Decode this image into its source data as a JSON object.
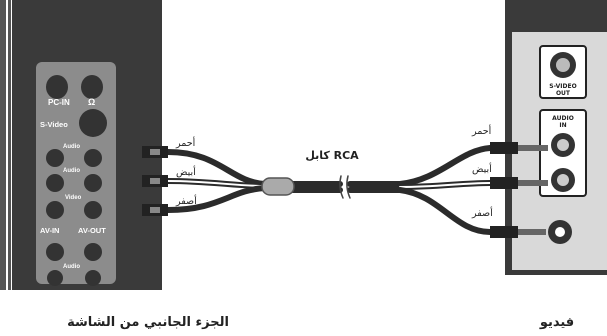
{
  "monitor_panel": {
    "pc_in": "PC-IN",
    "headphone_symbol": "Ω",
    "s_video": "S-Video",
    "audio_labels": [
      "Audio",
      "Audio",
      "Audio"
    ],
    "video_label": "Video",
    "av_in": "AV-IN",
    "av_out": "AV-OUT"
  },
  "cable": {
    "name": "كابل RCA",
    "connectors_left": [
      "أحمر",
      "أبيض",
      "أصفر"
    ],
    "connectors_right": [
      "أحمر",
      "أبيض",
      "أصفر"
    ]
  },
  "video_device": {
    "s_video_out": [
      "S-VIDEO",
      "OUT"
    ],
    "audio_in": [
      "AUDIO",
      "IN"
    ]
  },
  "captions": {
    "left": "الجزء الجانبي من الشاشة",
    "right": "فيديو"
  },
  "colors": {
    "panel_dark": "#3a3a3a",
    "panel_mid": "#8c8c8c",
    "device_bg": "#d9d9d9",
    "cable_dark": "#2b2b2b"
  }
}
